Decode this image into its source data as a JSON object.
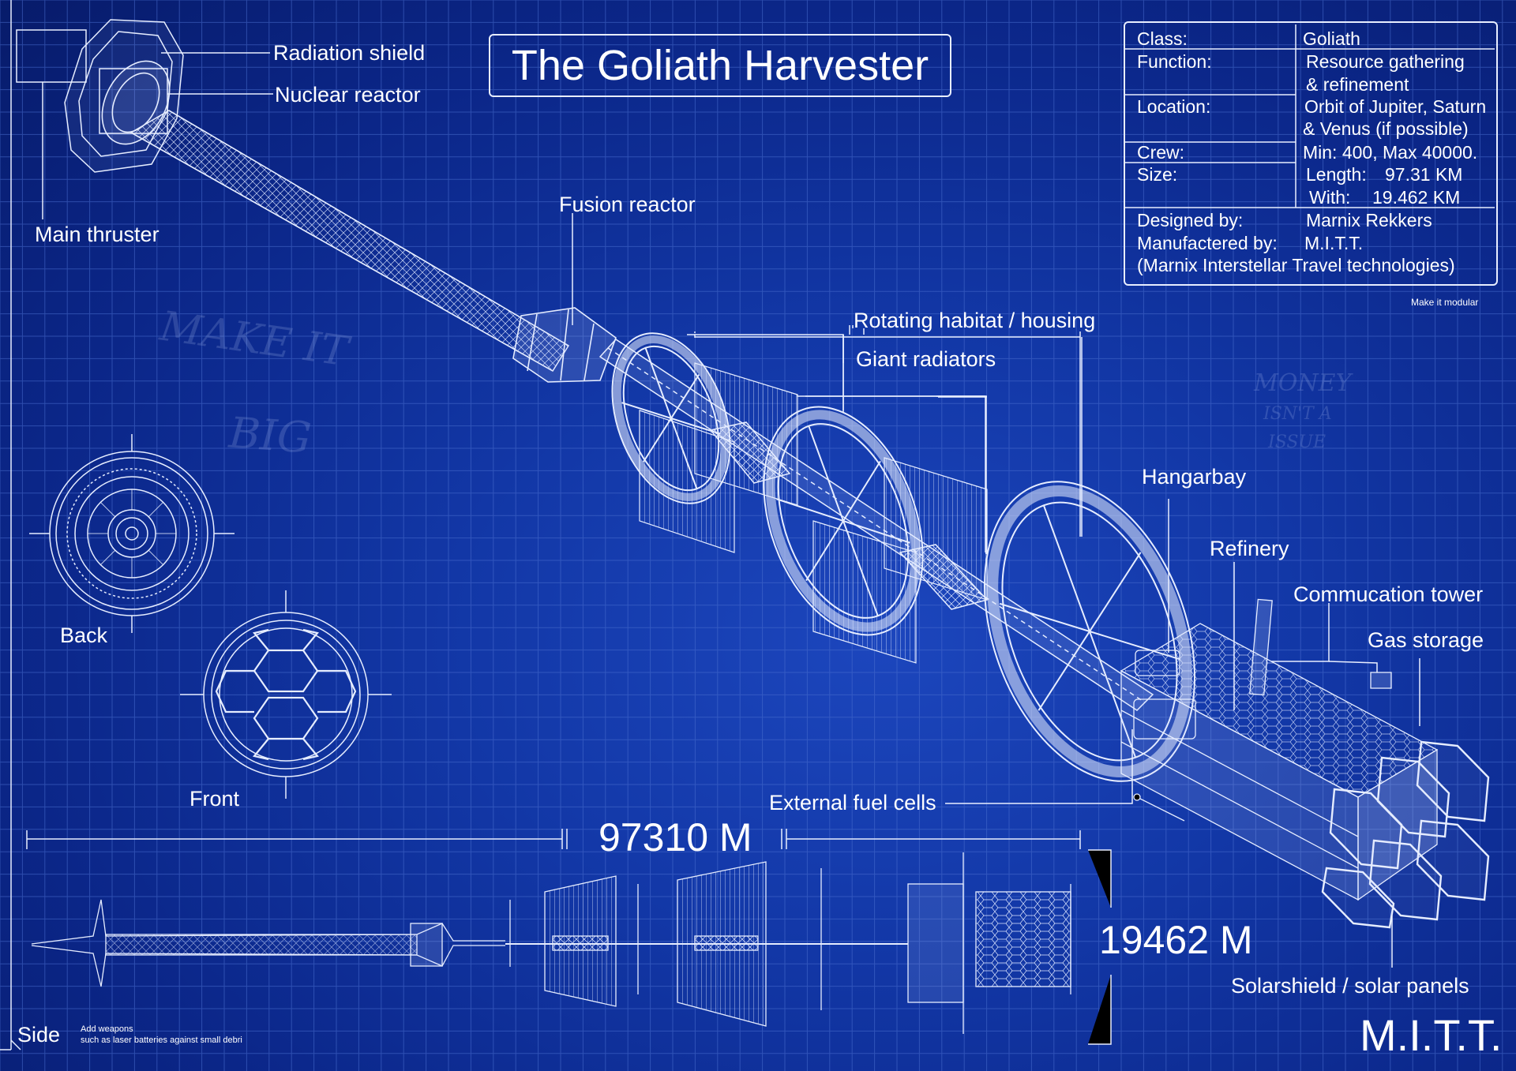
{
  "title": "The Goliath Harvester",
  "specs": {
    "labels": [
      "Class:",
      "Function:",
      "Location:",
      "Crew:",
      "Size:",
      "Designed by:",
      "Manufactered by:"
    ],
    "values": {
      "class": "Goliath",
      "function_1": "Resource gathering",
      "function_2": "& refinement",
      "location_1": "Orbit of Jupiter, Saturn",
      "location_2": "& Venus (if possible)",
      "crew": "Min: 400, Max 40000.",
      "length_label": "Length:",
      "length_value": "97.31 KM",
      "width_label": "With:",
      "width_value": "19.462 KM",
      "designer": "Marnix Rekkers",
      "manufacturer": "M.I.T.T.",
      "manufacturer_full": "(Marnix Interstellar Travel technologies)"
    }
  },
  "callouts": {
    "radiation_shield": "Radiation shield",
    "nuclear_reactor": "Nuclear reactor",
    "main_thruster": "Main thruster",
    "fusion_reactor": "Fusion reactor",
    "rotating_habitat": "Rotating habitat / housing",
    "giant_radiators": "Giant radiators",
    "hangarbay": "Hangarbay",
    "refinery": "Refinery",
    "communication_tower": "Commucation tower",
    "gas_storage": "Gas storage",
    "external_fuel_cells": "External fuel cells",
    "solarshield": "Solarshield / solar panels"
  },
  "views": {
    "back": "Back",
    "front": "Front",
    "side": "Side"
  },
  "dimensions": {
    "length": "97310 M",
    "height": "19462 M"
  },
  "notes": {
    "modular": "Make it modular",
    "weapons_1": "Add weapons",
    "weapons_2": "such as laser batteries against small debri"
  },
  "handwriting": {
    "make_1": "MAKE IT",
    "make_2": "BIG",
    "money_1": "MONEY",
    "money_2": "ISN'T A",
    "money_3": "ISSUE"
  },
  "brand": "M.I.T.T.",
  "colors": {
    "background": "#1237a6",
    "grid": "#4a6fd0",
    "line": "#e8eeff"
  }
}
